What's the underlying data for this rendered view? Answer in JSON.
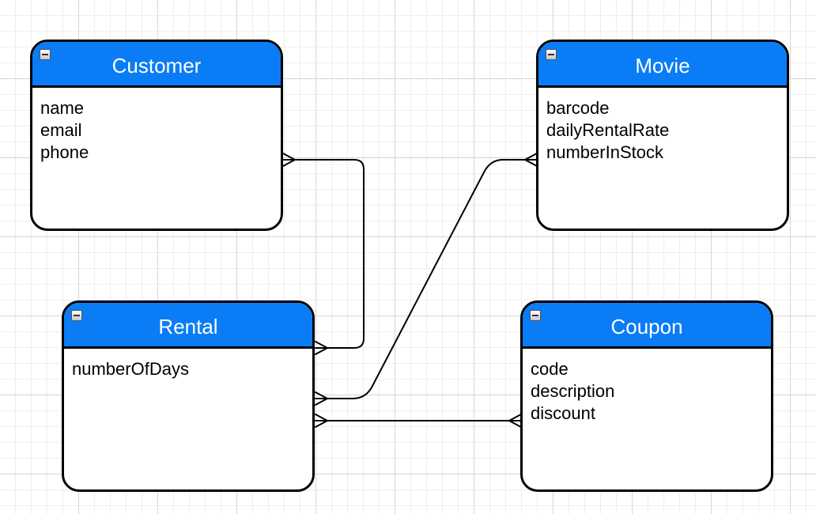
{
  "colors": {
    "header_fill": "#0a7cf5",
    "header_text": "#ffffff",
    "outline": "#000000",
    "grid": "#d6d6d6"
  },
  "icons": {
    "collapse": "collapse-icon"
  },
  "entities": {
    "customer": {
      "title": "Customer",
      "attributes": [
        "name",
        "email",
        "phone"
      ]
    },
    "movie": {
      "title": "Movie",
      "attributes": [
        "barcode",
        "dailyRentalRate",
        "numberInStock"
      ]
    },
    "rental": {
      "title": "Rental",
      "attributes": [
        "numberOfDays"
      ]
    },
    "coupon": {
      "title": "Coupon",
      "attributes": [
        "code",
        "description",
        "discount"
      ]
    }
  },
  "relationships": [
    {
      "from": "customer",
      "to": "rental",
      "from_end": "many",
      "to_end": "many"
    },
    {
      "from": "movie",
      "to": "rental",
      "from_end": "many",
      "to_end": "many"
    },
    {
      "from": "coupon",
      "to": "rental",
      "from_end": "many",
      "to_end": "many"
    }
  ]
}
